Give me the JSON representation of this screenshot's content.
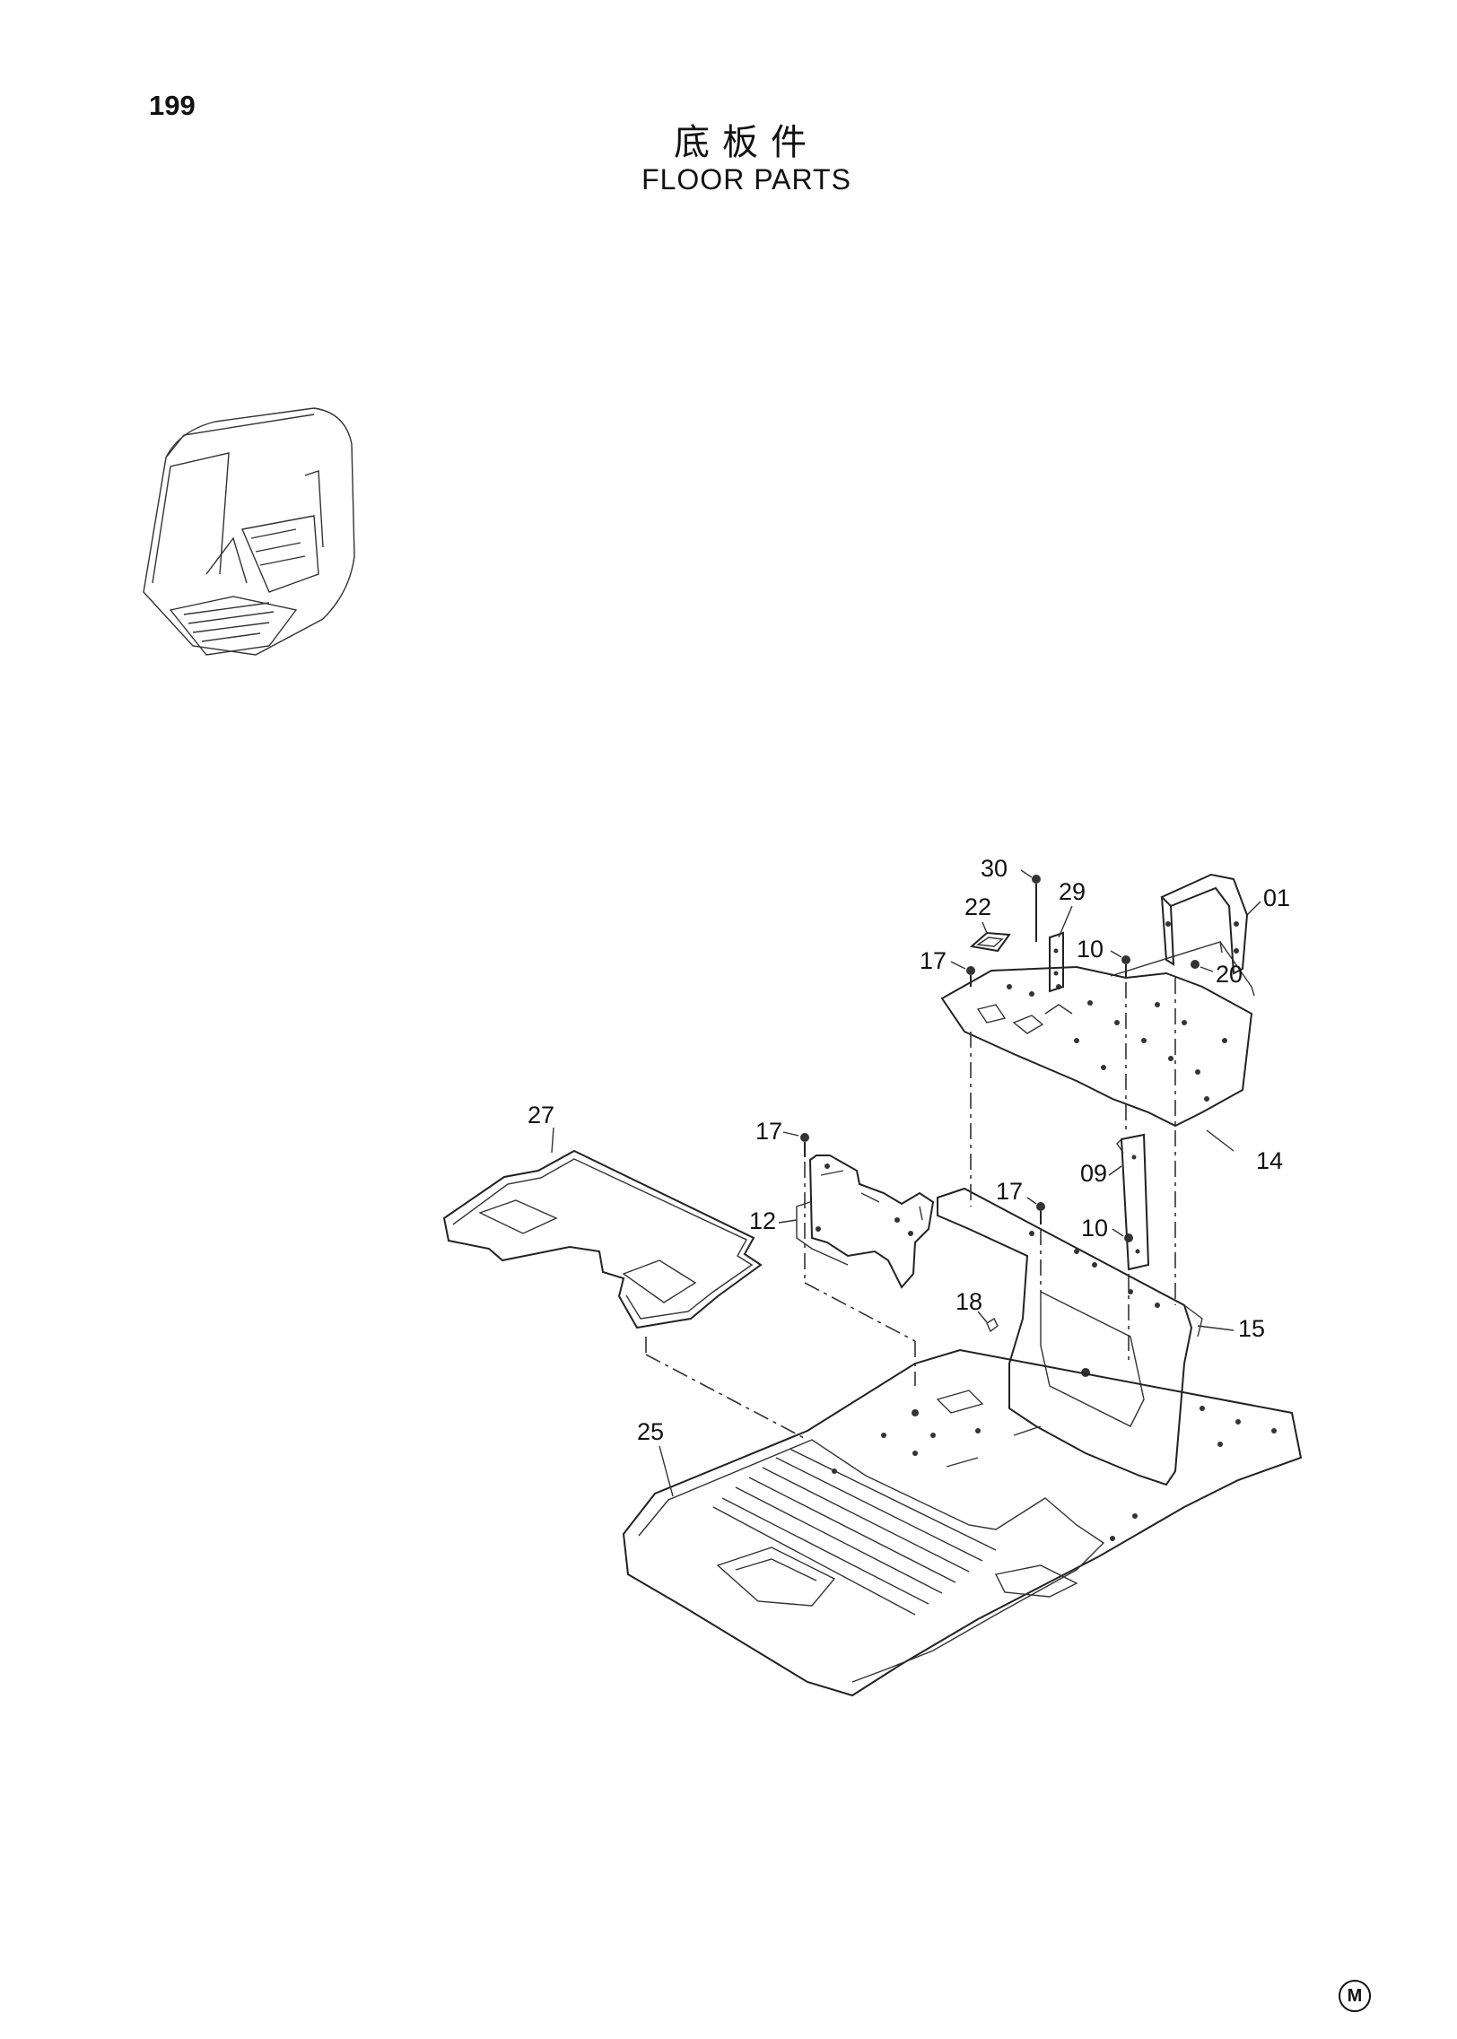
{
  "page": {
    "number": "199",
    "title_cn": "底板件",
    "title_en": "FLOOR PARTS",
    "corner_mark": "M"
  },
  "callouts": {
    "c30": "30",
    "c29": "29",
    "c01": "01",
    "c22": "22",
    "c10a": "10",
    "c20": "20",
    "c17a": "17",
    "c27": "27",
    "c17b": "17",
    "c14": "14",
    "c09": "09",
    "c12": "12",
    "c17c": "17",
    "c10b": "10",
    "c18": "18",
    "c15": "15",
    "c25": "25"
  }
}
